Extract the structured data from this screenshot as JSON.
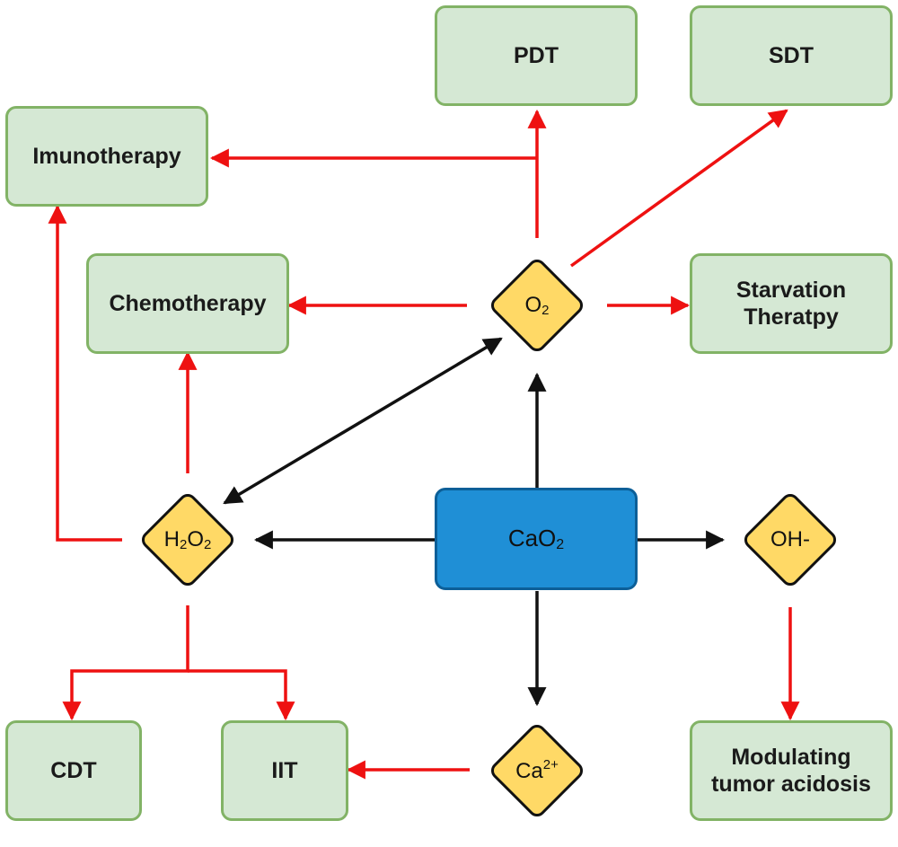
{
  "boxes": {
    "pdt": "PDT",
    "sdt": "SDT",
    "immunotherapy": "Imunotherapy",
    "chemotherapy": "Chemotherapy",
    "starvation_line1": "Starvation",
    "starvation_line2": "Theratpy",
    "cdt": "CDT",
    "iit": "IIT",
    "modulating_line1": "Modulating",
    "modulating_line2": "tumor acidosis"
  },
  "nodes": {
    "cao2": {
      "base": "CaO",
      "sub": "2"
    },
    "o2": {
      "base": "O",
      "sub": "2"
    },
    "h2o2": {
      "a": "H",
      "sub1": "2",
      "b": "O",
      "sub2": "2"
    },
    "oh": "OH-",
    "ca": {
      "base": "Ca",
      "sup": "2+"
    }
  },
  "colors": {
    "red_arrow": "#ee1111",
    "black_arrow": "#111111",
    "box_fill": "#d5e8d4",
    "box_border": "#82b366",
    "diamond_fill": "#ffd966",
    "center_fill": "#1f8fd6"
  }
}
